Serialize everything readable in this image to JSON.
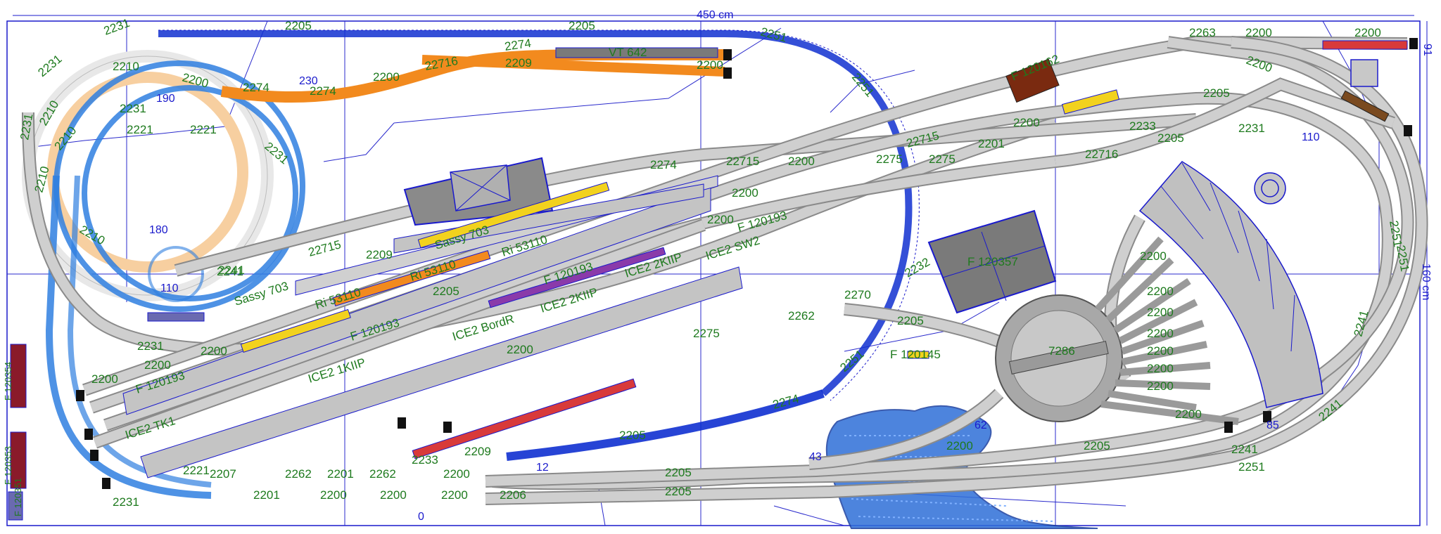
{
  "colors": {
    "track_grey": "#c8c8c8",
    "track_edge": "#8a8a8a",
    "blue_track": "#2f7fe0",
    "dark_blue_track": "#1030d0",
    "orange_track": "#f28a1e",
    "peach_track": "#f7cfa0",
    "water": "#2f6fd8",
    "label_green": "#1e7a1e",
    "dimension_blue": "#1a1acc"
  },
  "dimensions": {
    "width": "450 cm",
    "height": "160 cm",
    "right_edge": "91"
  },
  "heights": [
    "0",
    "12",
    "43",
    "62",
    "85",
    "110",
    "110",
    "180",
    "190",
    "230"
  ],
  "track_labels": {
    "top_row": [
      "2205",
      "2205",
      "2251",
      "2231",
      "2231",
      "2210",
      "2200",
      "2274",
      "22716",
      "2200",
      "2274",
      "2274",
      "2209",
      "2200",
      "2251",
      "2263",
      "2200",
      "2200",
      "2200"
    ],
    "middle_row": [
      "2210",
      "2231",
      "2221",
      "2221",
      "2210",
      "2231",
      "2210",
      "2210",
      "2231",
      "2241",
      "22715",
      "2200",
      "2274",
      "22715",
      "2200",
      "2275",
      "22715",
      "2201",
      "2275",
      "2200",
      "22716",
      "2205",
      "2233",
      "2231",
      "2205",
      "2251"
    ],
    "yard_row": [
      "2209",
      "2205",
      "2200",
      "2231",
      "2241",
      "2200",
      "2200",
      "2275",
      "2262",
      "2270",
      "2232",
      "2205",
      "2251",
      "7286",
      "2200",
      "2200",
      "2200",
      "2200",
      "2200",
      "2200",
      "2200",
      "2241",
      "2251"
    ],
    "bottom_row": [
      "2200",
      "2200",
      "2231",
      "2221",
      "2207",
      "2262",
      "2201",
      "2262",
      "2233",
      "2209",
      "2205",
      "2274",
      "2200",
      "2206",
      "2205",
      "2205",
      "2200",
      "2205",
      "2241",
      "2251",
      "2200",
      "2200",
      "2201",
      "2200",
      "2200",
      "2241"
    ]
  },
  "vehicle_labels": [
    "VT 642",
    "F 120162",
    "Sassy 703",
    "Sassy 703",
    "Ri 53110",
    "Ri 53110",
    "Ri 53110",
    "F 120193",
    "F 120193",
    "F 120193",
    "F 120193",
    "ICE2 SW2",
    "ICE2 2KIIP",
    "ICE2 2KIIP",
    "ICE2 BordR",
    "ICE2 1KIIP",
    "ICE2 TK1",
    "F 120145",
    "F 120354",
    "F 120353",
    "F 120351"
  ],
  "building_labels": [
    "F 120357",
    "F 120354"
  ],
  "turntable": {
    "label": "7286",
    "stalls": 10
  }
}
